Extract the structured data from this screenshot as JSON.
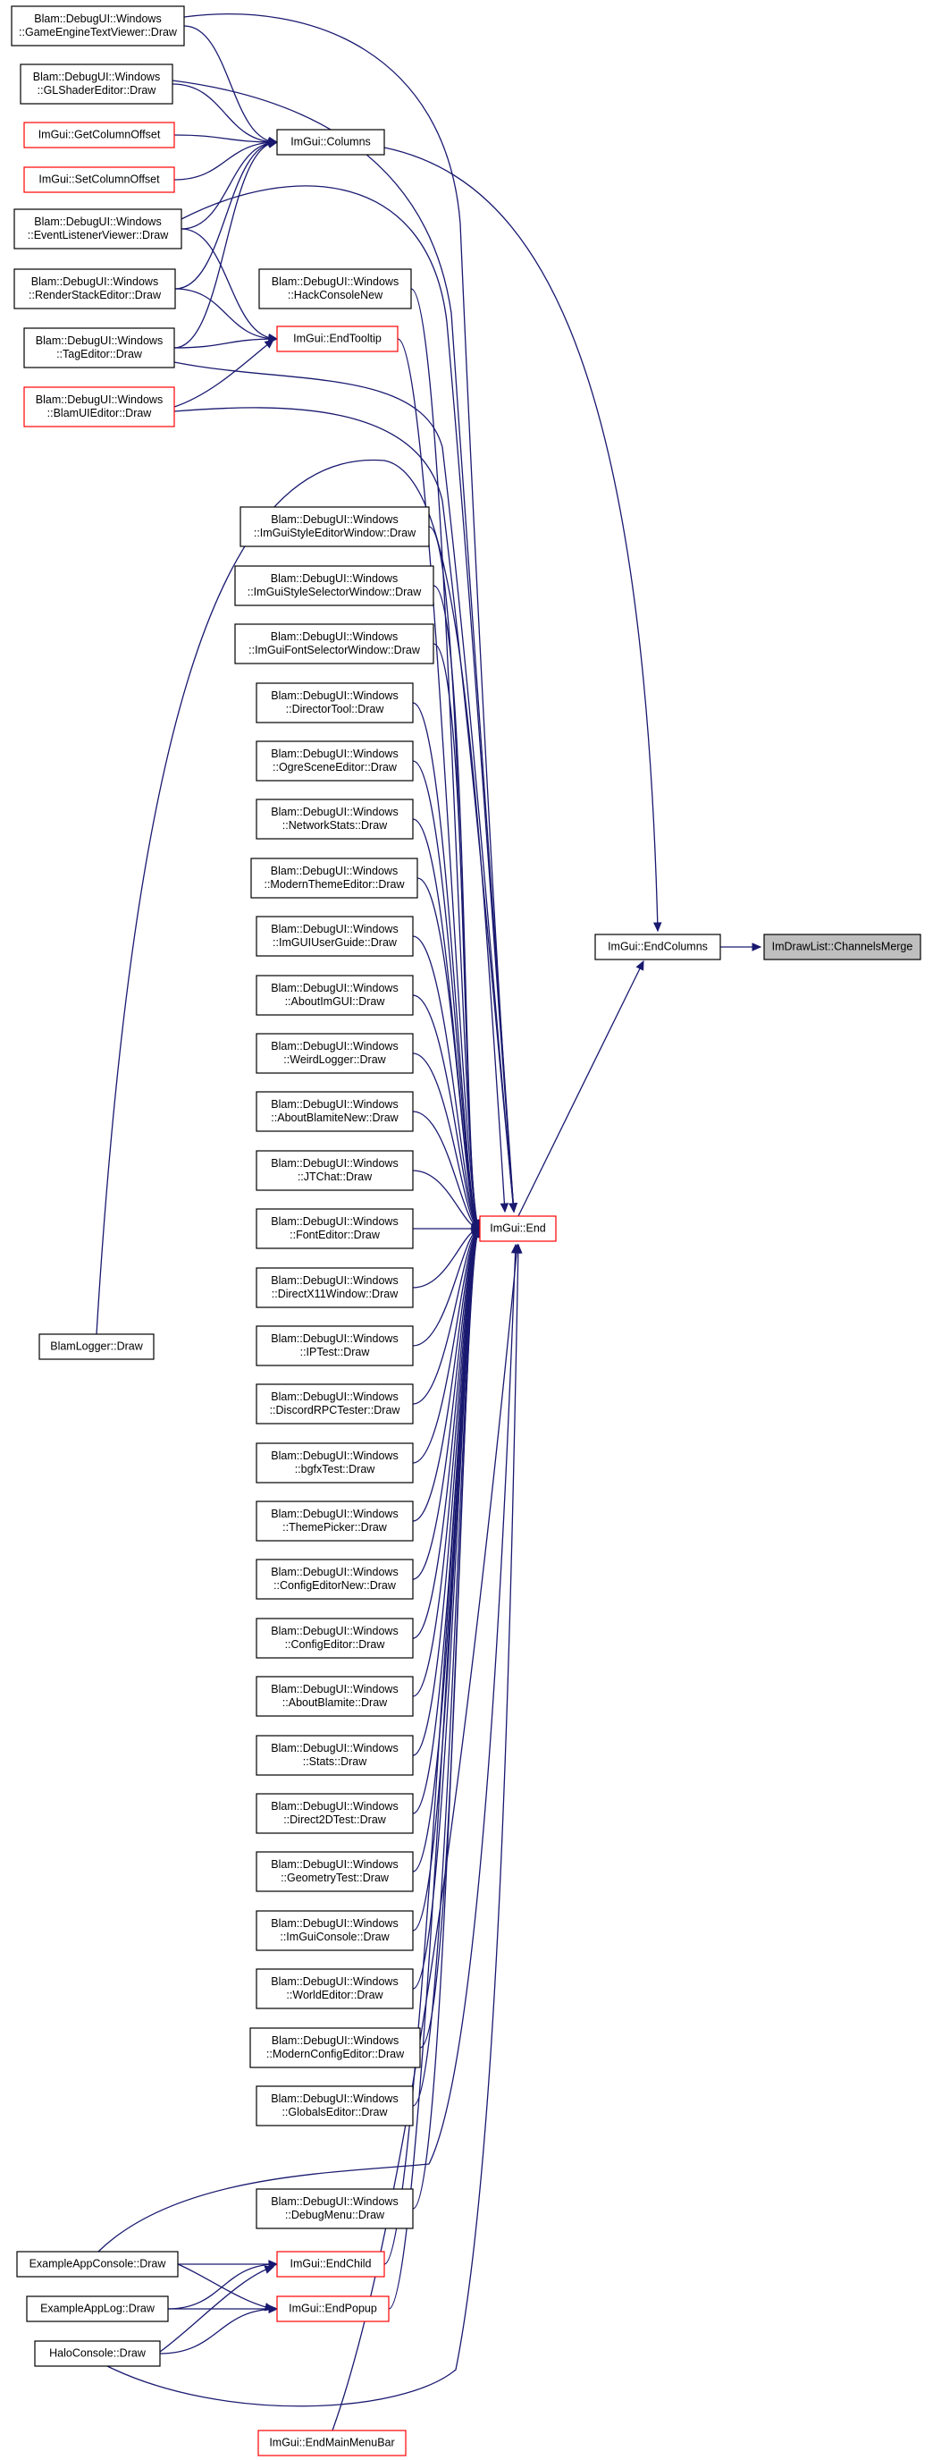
{
  "colors": {
    "edge": "#191970",
    "node_border": "#000000",
    "node_border_incomplete": "#ff0000",
    "focus_fill": "#bfbfbf"
  },
  "nodes": [
    {
      "id": "channels_merge",
      "lines": [
        "ImDrawList::ChannelsMerge"
      ],
      "style": "focus"
    },
    {
      "id": "end_columns",
      "lines": [
        "ImGui::EndColumns"
      ],
      "style": "black"
    },
    {
      "id": "columns",
      "lines": [
        "ImGui::Columns"
      ],
      "style": "black"
    },
    {
      "id": "end",
      "lines": [
        "ImGui::End"
      ],
      "style": "red"
    },
    {
      "id": "end_tooltip",
      "lines": [
        "ImGui::EndTooltip"
      ],
      "style": "red"
    },
    {
      "id": "end_child",
      "lines": [
        "ImGui::EndChild"
      ],
      "style": "red"
    },
    {
      "id": "end_popup",
      "lines": [
        "ImGui::EndPopup"
      ],
      "style": "red"
    },
    {
      "id": "end_main_menu_bar",
      "lines": [
        "ImGui::EndMainMenuBar"
      ],
      "style": "red"
    },
    {
      "id": "game_engine_text_viewer",
      "lines": [
        "Blam::DebugUI::Windows",
        "::GameEngineTextViewer::Draw"
      ],
      "style": "black"
    },
    {
      "id": "gl_shader_editor",
      "lines": [
        "Blam::DebugUI::Windows",
        "::GLShaderEditor::Draw"
      ],
      "style": "black"
    },
    {
      "id": "get_column_offset",
      "lines": [
        "ImGui::GetColumnOffset"
      ],
      "style": "red"
    },
    {
      "id": "set_column_offset",
      "lines": [
        "ImGui::SetColumnOffset"
      ],
      "style": "red"
    },
    {
      "id": "event_listener_viewer",
      "lines": [
        "Blam::DebugUI::Windows",
        "::EventListenerViewer::Draw"
      ],
      "style": "black"
    },
    {
      "id": "render_stack_editor",
      "lines": [
        "Blam::DebugUI::Windows",
        "::RenderStackEditor::Draw"
      ],
      "style": "black"
    },
    {
      "id": "tag_editor",
      "lines": [
        "Blam::DebugUI::Windows",
        "::TagEditor::Draw"
      ],
      "style": "black"
    },
    {
      "id": "blam_ui_editor",
      "lines": [
        "Blam::DebugUI::Windows",
        "::BlamUIEditor::Draw"
      ],
      "style": "red"
    },
    {
      "id": "hack_console_new",
      "lines": [
        "Blam::DebugUI::Windows",
        "::HackConsoleNew"
      ],
      "style": "black"
    },
    {
      "id": "imgui_style_editor",
      "lines": [
        "Blam::DebugUI::Windows",
        "::ImGuiStyleEditorWindow::Draw"
      ],
      "style": "black"
    },
    {
      "id": "imgui_style_selector",
      "lines": [
        "Blam::DebugUI::Windows",
        "::ImGuiStyleSelectorWindow::Draw"
      ],
      "style": "black"
    },
    {
      "id": "imgui_font_selector",
      "lines": [
        "Blam::DebugUI::Windows",
        "::ImGuiFontSelectorWindow::Draw"
      ],
      "style": "black"
    },
    {
      "id": "director_tool",
      "lines": [
        "Blam::DebugUI::Windows",
        "::DirectorTool::Draw"
      ],
      "style": "black"
    },
    {
      "id": "ogre_scene_editor",
      "lines": [
        "Blam::DebugUI::Windows",
        "::OgreSceneEditor::Draw"
      ],
      "style": "black"
    },
    {
      "id": "network_stats",
      "lines": [
        "Blam::DebugUI::Windows",
        "::NetworkStats::Draw"
      ],
      "style": "black"
    },
    {
      "id": "modern_theme_editor",
      "lines": [
        "Blam::DebugUI::Windows",
        "::ModernThemeEditor::Draw"
      ],
      "style": "black"
    },
    {
      "id": "imgui_user_guide",
      "lines": [
        "Blam::DebugUI::Windows",
        "::ImGUIUserGuide::Draw"
      ],
      "style": "black"
    },
    {
      "id": "about_imgui",
      "lines": [
        "Blam::DebugUI::Windows",
        "::AboutImGUI::Draw"
      ],
      "style": "black"
    },
    {
      "id": "weird_logger",
      "lines": [
        "Blam::DebugUI::Windows",
        "::WeirdLogger::Draw"
      ],
      "style": "black"
    },
    {
      "id": "about_blamite_new",
      "lines": [
        "Blam::DebugUI::Windows",
        "::AboutBlamiteNew::Draw"
      ],
      "style": "black"
    },
    {
      "id": "jt_chat",
      "lines": [
        "Blam::DebugUI::Windows",
        "::JTChat::Draw"
      ],
      "style": "black"
    },
    {
      "id": "font_editor",
      "lines": [
        "Blam::DebugUI::Windows",
        "::FontEditor::Draw"
      ],
      "style": "black"
    },
    {
      "id": "direct_x11_window",
      "lines": [
        "Blam::DebugUI::Windows",
        "::DirectX11Window::Draw"
      ],
      "style": "black"
    },
    {
      "id": "ip_test",
      "lines": [
        "Blam::DebugUI::Windows",
        "::IPTest::Draw"
      ],
      "style": "black"
    },
    {
      "id": "discord_rpc_tester",
      "lines": [
        "Blam::DebugUI::Windows",
        "::DiscordRPCTester::Draw"
      ],
      "style": "black"
    },
    {
      "id": "bgfx_test",
      "lines": [
        "Blam::DebugUI::Windows",
        "::bgfxTest::Draw"
      ],
      "style": "black"
    },
    {
      "id": "theme_picker",
      "lines": [
        "Blam::DebugUI::Windows",
        "::ThemePicker::Draw"
      ],
      "style": "black"
    },
    {
      "id": "config_editor_new",
      "lines": [
        "Blam::DebugUI::Windows",
        "::ConfigEditorNew::Draw"
      ],
      "style": "black"
    },
    {
      "id": "config_editor",
      "lines": [
        "Blam::DebugUI::Windows",
        "::ConfigEditor::Draw"
      ],
      "style": "black"
    },
    {
      "id": "about_blamite",
      "lines": [
        "Blam::DebugUI::Windows",
        "::AboutBlamite::Draw"
      ],
      "style": "black"
    },
    {
      "id": "stats",
      "lines": [
        "Blam::DebugUI::Windows",
        "::Stats::Draw"
      ],
      "style": "black"
    },
    {
      "id": "direct2d_test",
      "lines": [
        "Blam::DebugUI::Windows",
        "::Direct2DTest::Draw"
      ],
      "style": "black"
    },
    {
      "id": "geometry_test",
      "lines": [
        "Blam::DebugUI::Windows",
        "::GeometryTest::Draw"
      ],
      "style": "black"
    },
    {
      "id": "imgui_console",
      "lines": [
        "Blam::DebugUI::Windows",
        "::ImGuiConsole::Draw"
      ],
      "style": "black"
    },
    {
      "id": "world_editor",
      "lines": [
        "Blam::DebugUI::Windows",
        "::WorldEditor::Draw"
      ],
      "style": "black"
    },
    {
      "id": "modern_config_editor",
      "lines": [
        "Blam::DebugUI::Windows",
        "::ModernConfigEditor::Draw"
      ],
      "style": "black"
    },
    {
      "id": "globals_editor",
      "lines": [
        "Blam::DebugUI::Windows",
        "::GlobalsEditor::Draw"
      ],
      "style": "black"
    },
    {
      "id": "debug_menu",
      "lines": [
        "Blam::DebugUI::Windows",
        "::DebugMenu::Draw"
      ],
      "style": "black"
    },
    {
      "id": "blam_logger",
      "lines": [
        "BlamLogger::Draw"
      ],
      "style": "black"
    },
    {
      "id": "example_app_console",
      "lines": [
        "ExampleAppConsole::Draw"
      ],
      "style": "black"
    },
    {
      "id": "example_app_log",
      "lines": [
        "ExampleAppLog::Draw"
      ],
      "style": "black"
    },
    {
      "id": "halo_console",
      "lines": [
        "HaloConsole::Draw"
      ],
      "style": "black"
    }
  ],
  "edges": [
    [
      "end_columns",
      "channels_merge"
    ],
    [
      "columns",
      "end_columns"
    ],
    [
      "end",
      "end_columns"
    ],
    [
      "game_engine_text_viewer",
      "columns"
    ],
    [
      "gl_shader_editor",
      "columns"
    ],
    [
      "get_column_offset",
      "columns"
    ],
    [
      "set_column_offset",
      "columns"
    ],
    [
      "event_listener_viewer",
      "columns"
    ],
    [
      "render_stack_editor",
      "columns"
    ],
    [
      "tag_editor",
      "columns"
    ],
    [
      "event_listener_viewer",
      "end_tooltip"
    ],
    [
      "render_stack_editor",
      "end_tooltip"
    ],
    [
      "tag_editor",
      "end_tooltip"
    ],
    [
      "blam_ui_editor",
      "end_tooltip"
    ],
    [
      "game_engine_text_viewer",
      "end"
    ],
    [
      "gl_shader_editor",
      "end"
    ],
    [
      "event_listener_viewer",
      "end"
    ],
    [
      "tag_editor",
      "end"
    ],
    [
      "blam_ui_editor",
      "end"
    ],
    [
      "end_tooltip",
      "end"
    ],
    [
      "hack_console_new",
      "end"
    ],
    [
      "imgui_style_editor",
      "end"
    ],
    [
      "imgui_style_selector",
      "end"
    ],
    [
      "imgui_font_selector",
      "end"
    ],
    [
      "director_tool",
      "end"
    ],
    [
      "ogre_scene_editor",
      "end"
    ],
    [
      "network_stats",
      "end"
    ],
    [
      "modern_theme_editor",
      "end"
    ],
    [
      "imgui_user_guide",
      "end"
    ],
    [
      "about_imgui",
      "end"
    ],
    [
      "weird_logger",
      "end"
    ],
    [
      "about_blamite_new",
      "end"
    ],
    [
      "jt_chat",
      "end"
    ],
    [
      "font_editor",
      "end"
    ],
    [
      "direct_x11_window",
      "end"
    ],
    [
      "ip_test",
      "end"
    ],
    [
      "discord_rpc_tester",
      "end"
    ],
    [
      "bgfx_test",
      "end"
    ],
    [
      "theme_picker",
      "end"
    ],
    [
      "config_editor_new",
      "end"
    ],
    [
      "config_editor",
      "end"
    ],
    [
      "about_blamite",
      "end"
    ],
    [
      "stats",
      "end"
    ],
    [
      "direct2d_test",
      "end"
    ],
    [
      "geometry_test",
      "end"
    ],
    [
      "imgui_console",
      "end"
    ],
    [
      "world_editor",
      "end"
    ],
    [
      "modern_config_editor",
      "end"
    ],
    [
      "globals_editor",
      "end"
    ],
    [
      "debug_menu",
      "end"
    ],
    [
      "blam_logger",
      "end"
    ],
    [
      "example_app_console",
      "end"
    ],
    [
      "halo_console",
      "end"
    ],
    [
      "end_child",
      "end"
    ],
    [
      "end_popup",
      "end"
    ],
    [
      "end_main_menu_bar",
      "end"
    ],
    [
      "example_app_console",
      "end_child"
    ],
    [
      "example_app_log",
      "end_child"
    ],
    [
      "halo_console",
      "end_child"
    ],
    [
      "example_app_console",
      "end_popup"
    ],
    [
      "example_app_log",
      "end_popup"
    ],
    [
      "halo_console",
      "end_popup"
    ]
  ]
}
